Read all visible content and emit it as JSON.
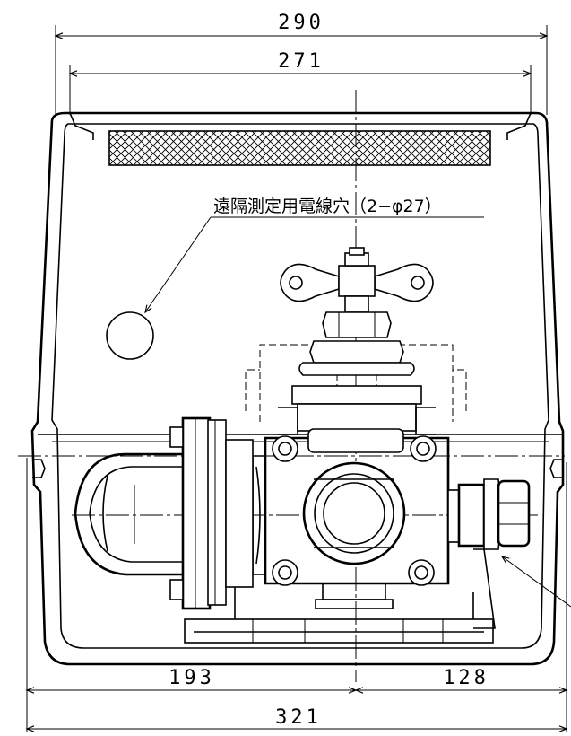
{
  "dimensions": {
    "overall_width": "290",
    "inner_width": "271",
    "left_offset": "193",
    "right_offset": "128",
    "total_width": "321"
  },
  "annotation": {
    "text": "遠隔測定用電線穴（2−φ27）"
  }
}
